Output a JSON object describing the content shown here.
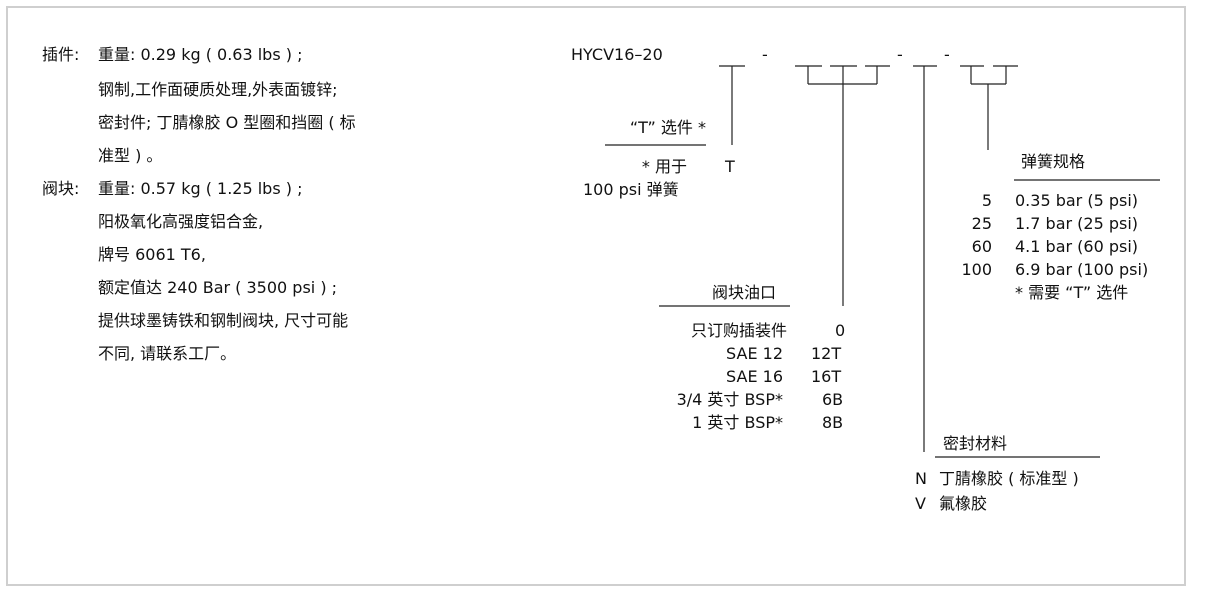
{
  "spec": {
    "cartridge_label": "插件:",
    "cartridge_weight": "重量: 0.29 kg ( 0.63 lbs ) ;",
    "cartridge_lines": [
      "钢制,工作面硬质处理,外表面镀锌;",
      "密封件; 丁腈橡胶 O 型圈和挡圈 ( 标",
      "准型 ) 。"
    ],
    "body_label": "阀块:",
    "body_weight": "重量: 0.57 kg ( 1.25 lbs ) ;",
    "body_lines": [
      "阳极氧化高强度铝合金,",
      "牌号 6061 T6,",
      "额定值达 240 Bar ( 3500 psi ) ;",
      "提供球墨铸铁和钢制阀块, 尺寸可能",
      "不同, 请联系工厂。"
    ]
  },
  "ordering": {
    "model": "HYCV16–20",
    "dash1": "-",
    "dash2": "-",
    "dash3": "-",
    "t_option": {
      "title": "“T” 选件 *",
      "note_line1": "* 用于",
      "note_line2": "100 psi 弹簧",
      "code": "T"
    },
    "ports": {
      "title": "阀块油口",
      "rows": [
        {
          "label": "只订购插装件",
          "code": "0"
        },
        {
          "label": "SAE 12",
          "code": "12T"
        },
        {
          "label": "SAE 16",
          "code": "16T"
        },
        {
          "label": "3/4 英寸 BSP*",
          "code": "6B"
        },
        {
          "label": "1 英寸 BSP*",
          "code": "8B"
        }
      ]
    },
    "seals": {
      "title": "密封材料",
      "rows": [
        {
          "code": "N",
          "label": "丁腈橡胶 ( 标准型 )"
        },
        {
          "code": "V",
          "label": "氟橡胶"
        }
      ]
    },
    "springs": {
      "title": "弹簧规格",
      "rows": [
        {
          "code": "5",
          "label": "0.35 bar (5 psi)"
        },
        {
          "code": "25",
          "label": "1.7 bar (25 psi)"
        },
        {
          "code": "60",
          "label": "4.1 bar (60 psi)"
        },
        {
          "code": "100",
          "label": "6.9 bar (100 psi)"
        }
      ],
      "note": "* 需要 “T” 选件"
    }
  }
}
